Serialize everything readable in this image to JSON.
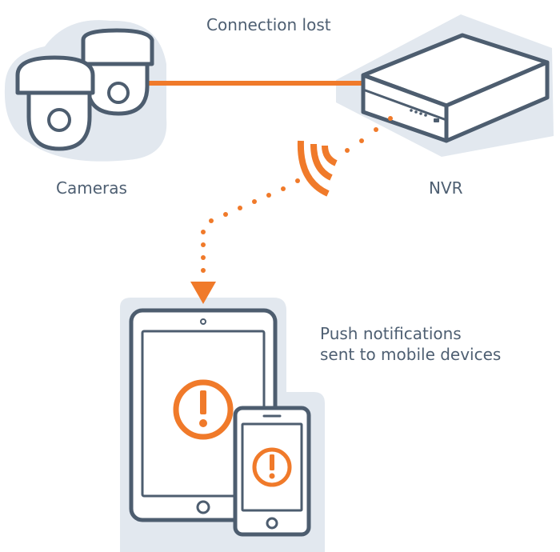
{
  "labels": {
    "connection_status": "Connection lost",
    "cameras": "Cameras",
    "nvr": "NVR",
    "push_line1": "Push notifications",
    "push_line2": "sent to mobile devices"
  },
  "icons": {
    "cameras": "dome-camera-icon",
    "nvr": "nvr-box-icon",
    "signal": "wifi-signal-icon",
    "tablet": "tablet-icon",
    "phone": "smartphone-icon",
    "alert": "exclamation-alert-icon"
  },
  "colors": {
    "accent": "#f07a2a",
    "outline": "#4d5d6f",
    "halo": "#e2e8ef",
    "text": "#4e5f72"
  }
}
